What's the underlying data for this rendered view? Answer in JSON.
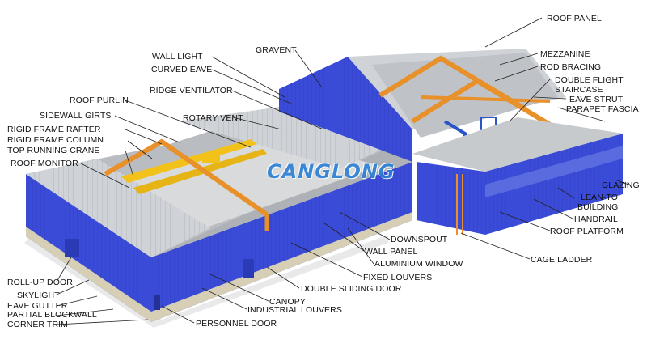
{
  "watermark": "CANGLONG",
  "colors": {
    "wall_blue": "#3a4bd8",
    "roof_grey": "#c9ccd0",
    "crane_yellow": "#f2c21b",
    "rafter_orange": "#e8902a",
    "leader": "#222222"
  },
  "labels": {
    "roof_panel": "ROOF PANEL",
    "gravent": "GRAVENT",
    "wall_light": "WALL LIGHT",
    "curved_eave": "CURVED EAVE",
    "mezzanine": "MEZZANINE",
    "rod_bracing": "ROD BRACING",
    "ridge_ventilator": "RIDGE VENTILATOR",
    "double_flight": "DOUBLE FLIGHT",
    "staircase": "STAIRCASE",
    "roof_purlin": "ROOF PURLIN",
    "eave_strut": "EAVE STRUT",
    "parapet_fascia": "PARAPET FASCIA",
    "rotary_vent": "ROTARY VENT",
    "sidewall_girts": "SIDEWALL GIRTS",
    "rigid_frame_rafter": "RIGID FRAME RAFTER",
    "rigid_frame_column": "RIGID FRAME COLUMN",
    "top_running_crane": "TOP RUNNING CRANE",
    "roof_monitor": "ROOF MONITOR",
    "glazing": "GLAZING",
    "lean_to": "LEAN-TO",
    "building": "BUILDING",
    "handrail": "HANDRAIL",
    "roof_platform": "ROOF PLATFORM",
    "downspout": "DOWNSPOUT",
    "wall_panel": "WALL PANEL",
    "aluminium_window": "ALUMINIUM WINDOW",
    "cage_ladder": "CAGE LADDER",
    "fixed_louvers": "FIXED LOUVERS",
    "roll_up_door": "ROLL-UP DOOR",
    "double_sliding_door": "DOUBLE SLIDING DOOR",
    "skylight": "SKYLIGHT",
    "canopy": "CANOPY",
    "eave_gutter": "EAVE GUTTER",
    "industrial_louvers": "INDUSTRIAL LOUVERS",
    "partial_blockwall": "PARTIAL BLOCKWALL",
    "corner_trim": "CORNER TRIM",
    "personnel_door": "PERSONNEL DOOR"
  }
}
